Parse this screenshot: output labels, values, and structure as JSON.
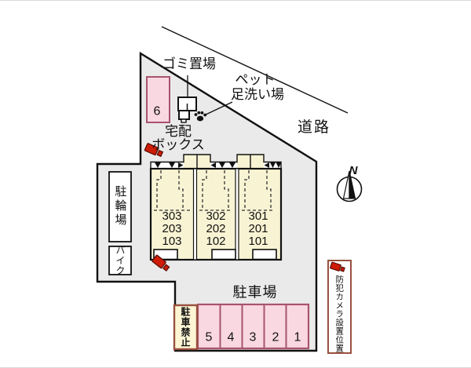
{
  "site_plan": {
    "road_label": "道路",
    "north_label": "N",
    "garbage_area": {
      "label": "ゴミ置場"
    },
    "pet_wash": {
      "label_line1": "ペット",
      "label_line2": "足洗い場"
    },
    "delivery_box": {
      "label_line1": "宅配",
      "label_line2": "ボックス"
    },
    "bicycle_parking": {
      "label": "駐輪場"
    },
    "motorcycle_parking": {
      "label": "バイク"
    },
    "building": {
      "units": [
        {
          "rooms": [
            "303",
            "203",
            "103"
          ]
        },
        {
          "rooms": [
            "302",
            "202",
            "102"
          ]
        },
        {
          "rooms": [
            "301",
            "201",
            "101"
          ]
        }
      ]
    },
    "parking": {
      "label": "駐車場",
      "spaces": [
        "5",
        "4",
        "3",
        "2",
        "1"
      ],
      "extra_space": "6",
      "no_parking_sign": "駐車禁止"
    },
    "security_camera_legend": {
      "label": "防犯カメラ設置位置"
    },
    "colors": {
      "site_gray": "#eaeaea",
      "building_cream": "#f8f3d3",
      "stall_pink": "#f9d8e2",
      "stall_border": "#a8546d",
      "sign_yellow": "#fdf5d3",
      "sign_border": "#99503f",
      "camera_red": "#cf1c06"
    }
  }
}
